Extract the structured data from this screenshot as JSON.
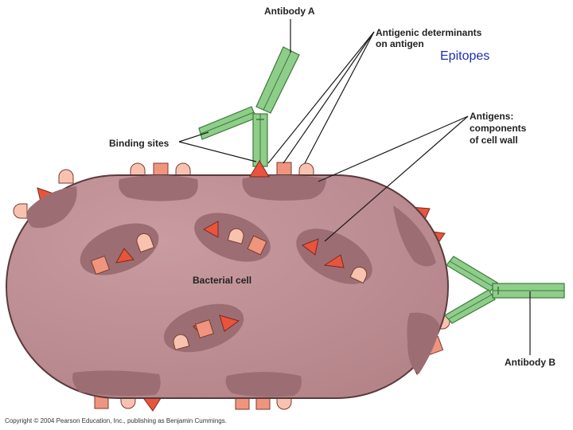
{
  "labels": {
    "antibody_a": "Antibody A",
    "antigenic_determinants_line1": "Antigenic determinants",
    "antigenic_determinants_line2": "on antigen",
    "epitopes": "Epitopes",
    "antigens_line1": "Antigens:",
    "antigens_line2": "components",
    "antigens_line3": "of cell wall",
    "binding_sites": "Binding sites",
    "bacterial_cell": "Bacterial cell",
    "antibody_b": "Antibody B"
  },
  "copyright": "Copyright © 2004 Pearson Education, Inc., publishing as Benjamin Cummings.",
  "colors": {
    "cell_fill": "#bc8c91",
    "cell_stroke": "#5a3a3e",
    "patch": "#9c6e74",
    "antibody": "#8fcd8a",
    "antibody_stroke": "#3d7a3a",
    "triangle": "#e8543c",
    "square": "#f0957d",
    "bump": "#f7c3b0",
    "epitopes_text": "#1c2fb0"
  }
}
